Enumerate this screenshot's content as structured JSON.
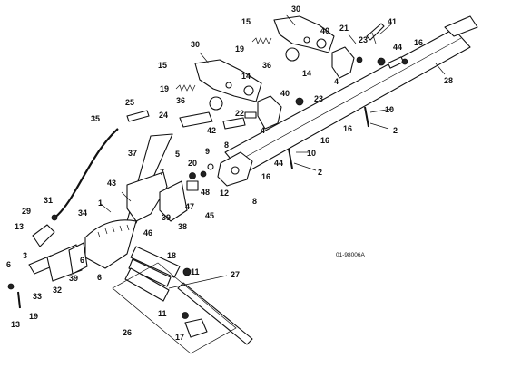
{
  "figure": {
    "code": "01-98006A",
    "callouts": [
      "1",
      "2",
      "3",
      "4",
      "5",
      "6",
      "7",
      "8",
      "9",
      "10",
      "11",
      "12",
      "13",
      "14",
      "15",
      "16",
      "17",
      "18",
      "19",
      "20",
      "21",
      "22",
      "23",
      "24",
      "25",
      "26",
      "27",
      "28",
      "29",
      "30",
      "31",
      "32",
      "33",
      "34",
      "35",
      "36",
      "37",
      "38",
      "39",
      "40",
      "41",
      "42",
      "43",
      "44",
      "45",
      "46",
      "47",
      "48"
    ]
  }
}
